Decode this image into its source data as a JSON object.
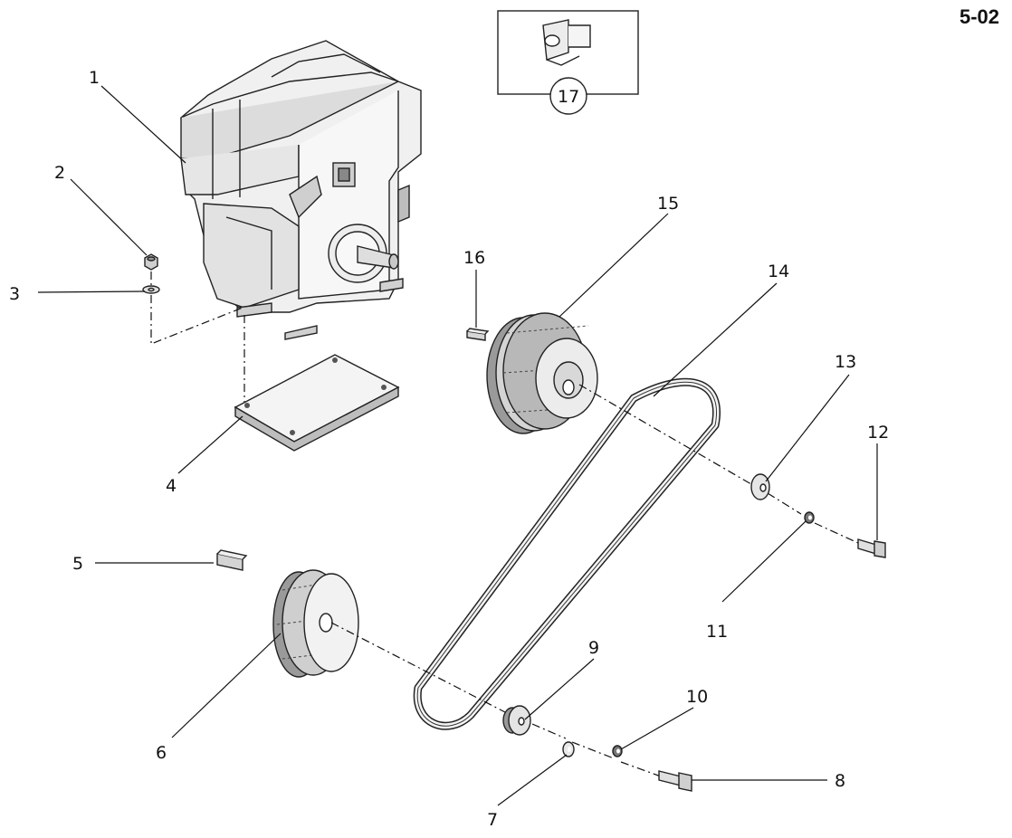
{
  "page_id": "5-02",
  "callouts": [
    "1",
    "2",
    "3",
    "4",
    "5",
    "6",
    "7",
    "8",
    "9",
    "10",
    "11",
    "12",
    "13",
    "14",
    "15",
    "16",
    "17"
  ],
  "colors": {
    "line": "#222222",
    "fill_light": "#f2f2f2",
    "fill_mid": "#d6d6d6",
    "fill_dark": "#9a9a9a"
  }
}
